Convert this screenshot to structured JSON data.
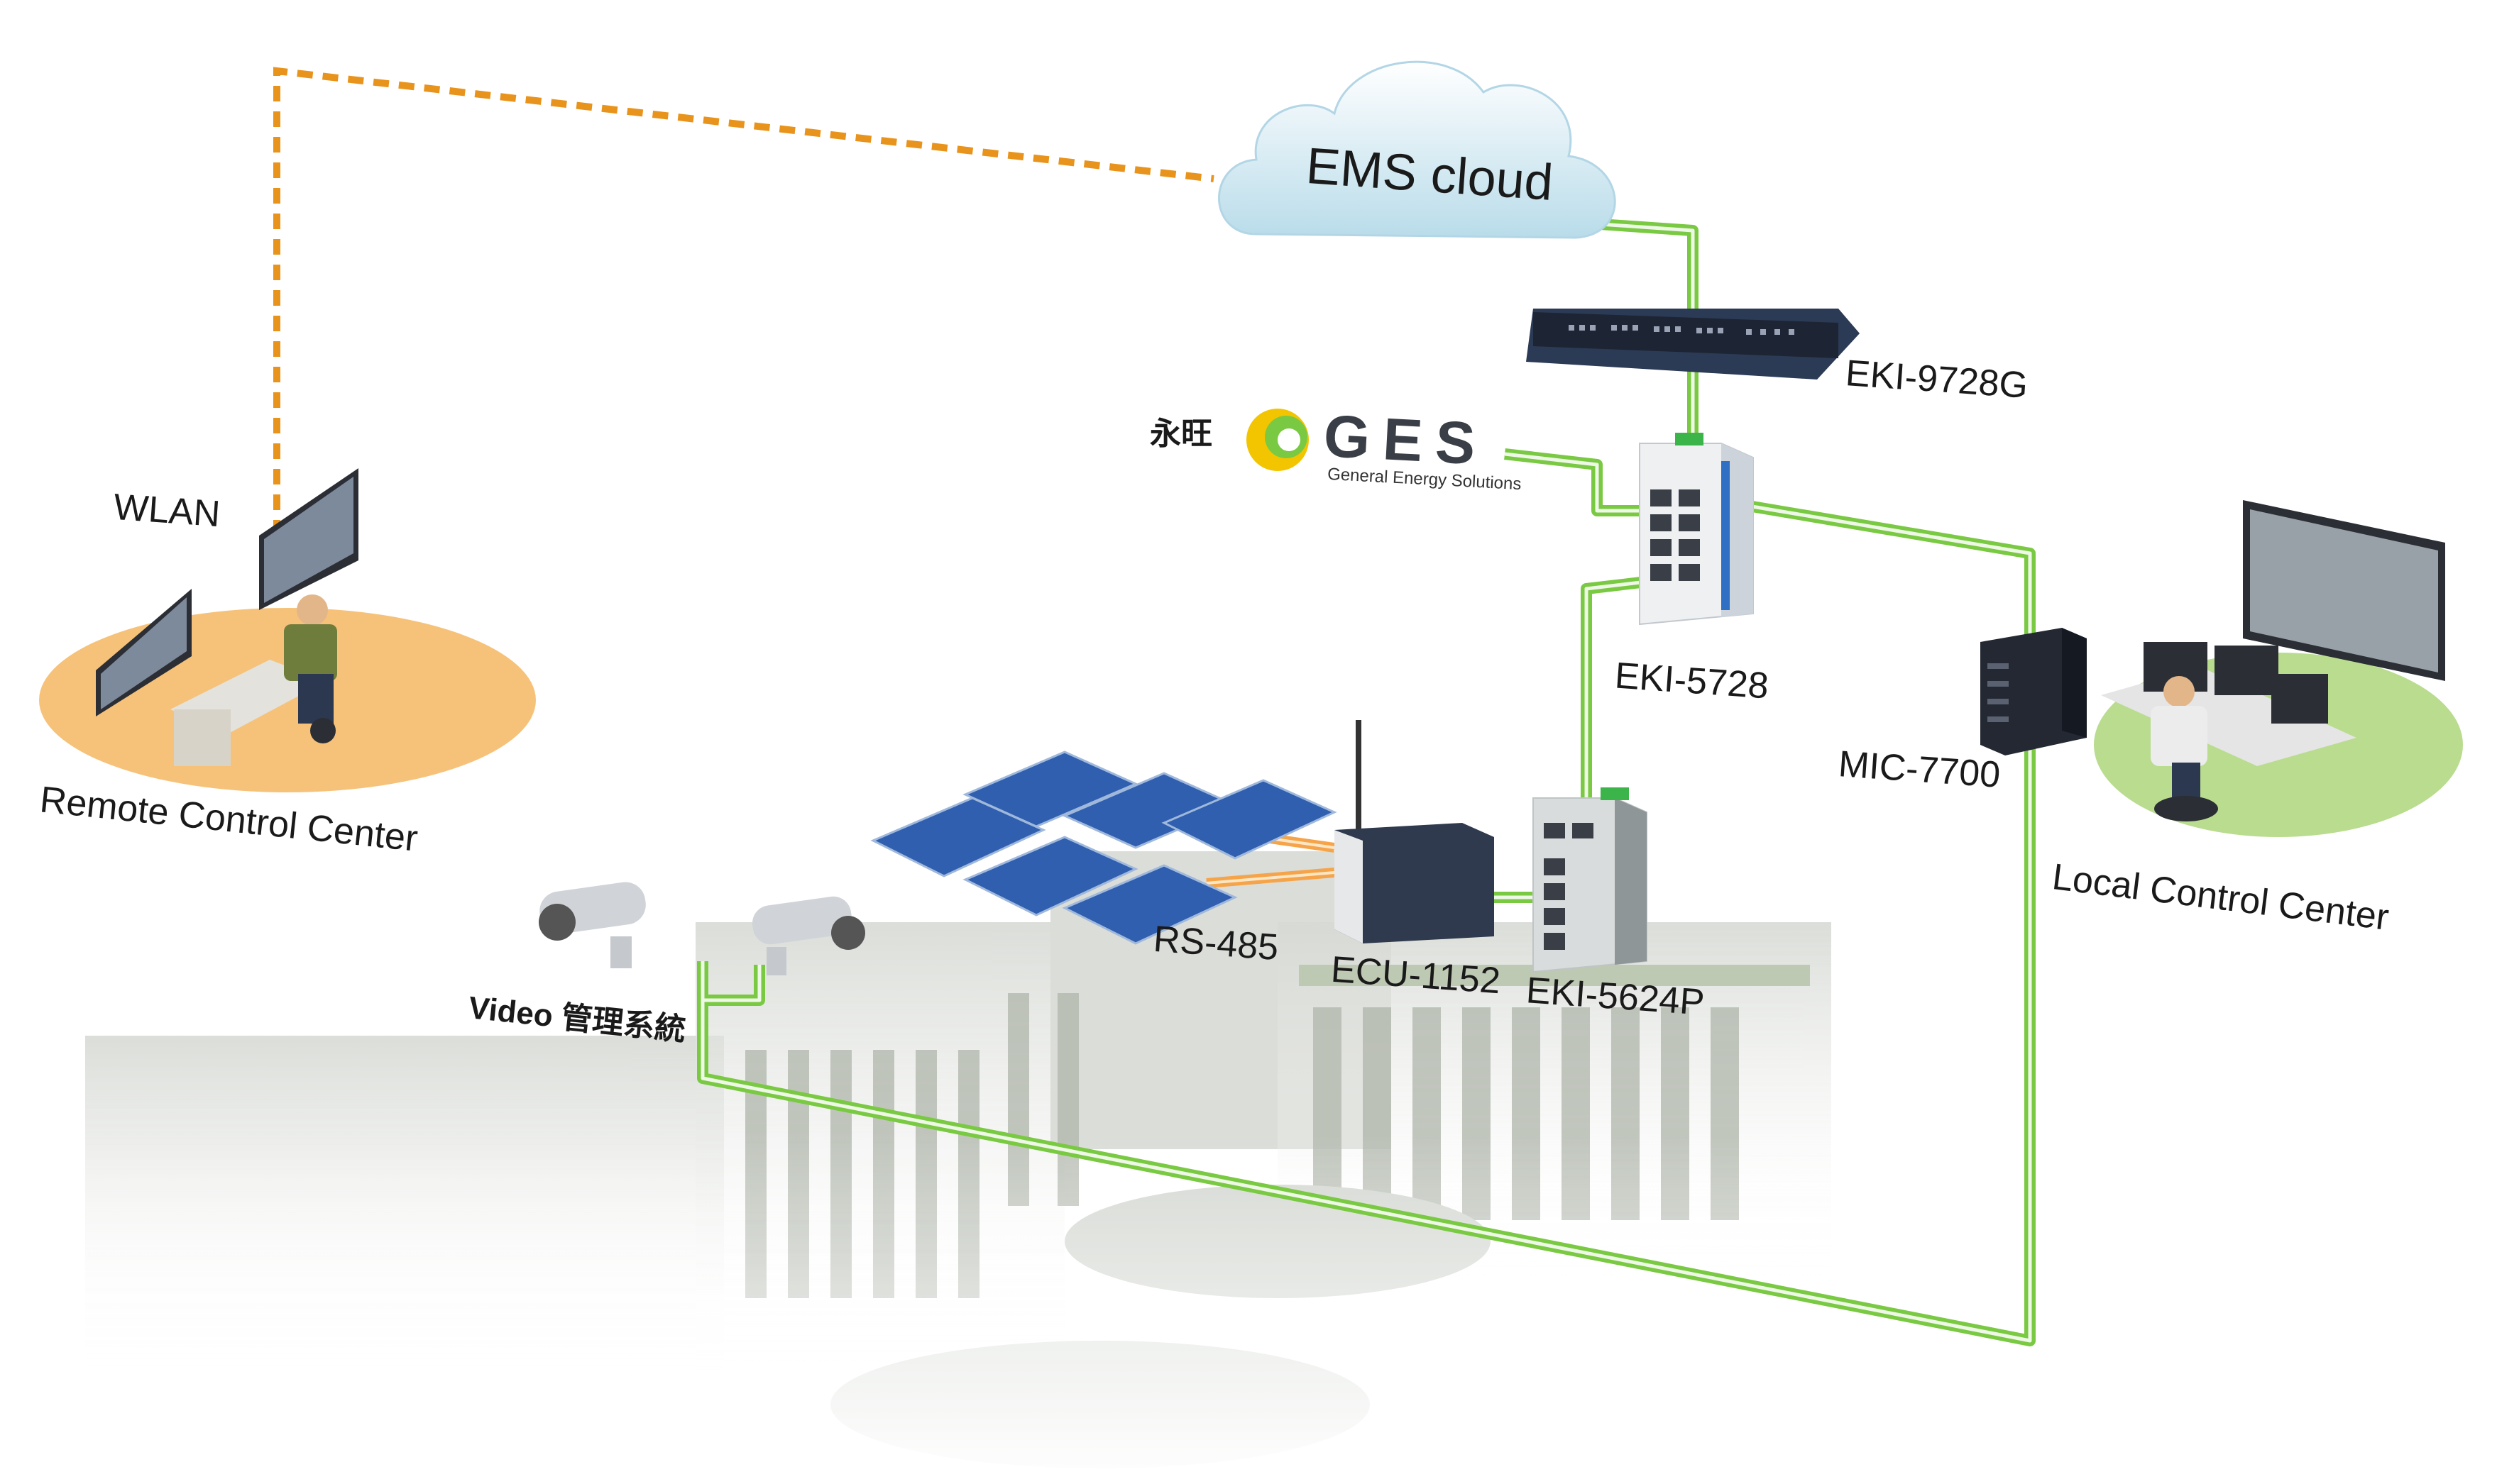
{
  "cloud": {
    "label": "EMS cloud"
  },
  "labels": {
    "eki9728g": "EKI-9728G",
    "eki5728": "EKI-5728",
    "mic7700": "MIC-7700",
    "rs485": "RS-485",
    "ecu1152": "ECU-1152",
    "eki5624p": "EKI-5624P",
    "wlan": "WLAN",
    "remote": "Remote Control Center",
    "local": "Local Control Center",
    "video": "Video 管理系統",
    "yongwang": "永旺"
  },
  "ges": {
    "logo_text": "GES",
    "subtitle": "General Energy Solutions"
  },
  "colors": {
    "green_link": "#7ac943",
    "orange_link": "#e8941c",
    "remote_ellipse": "#f6c27a",
    "local_ellipse": "#b9dc8f",
    "panel_blue": "#2f5fae",
    "device_dark": "#2b3a55"
  }
}
